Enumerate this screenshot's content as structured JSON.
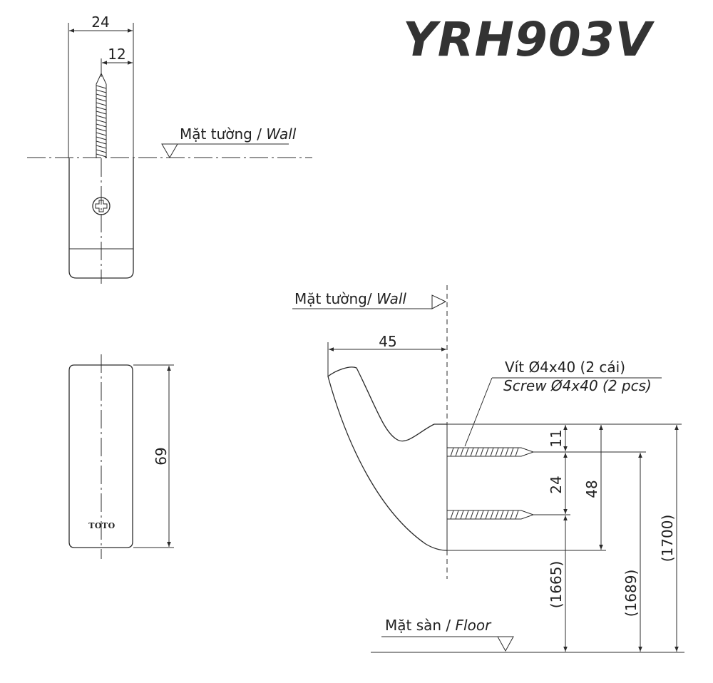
{
  "model": "YRH903V",
  "brand_logo": "TOTO",
  "labels": {
    "wall_vi": "Mặt tường /",
    "wall_en": "Wall",
    "wall2_vi": "Mặt tường/",
    "wall2_en": "Wall",
    "screw_vi": "Vít Ø4x40 (2 cái)",
    "screw_en": "Screw Ø4x40 (2 pcs)",
    "floor_vi": "Mặt sàn /",
    "floor_en": "Floor"
  },
  "dimensions": {
    "top_width": "24",
    "top_screw_offset": "12",
    "front_height": "69",
    "projection": "45",
    "top_to_screw": "11",
    "screw_spacing": "24",
    "back_height": "48",
    "lower_screw_height": "(1665)",
    "upper_screw_height": "(1689)",
    "top_height": "(1700)"
  }
}
